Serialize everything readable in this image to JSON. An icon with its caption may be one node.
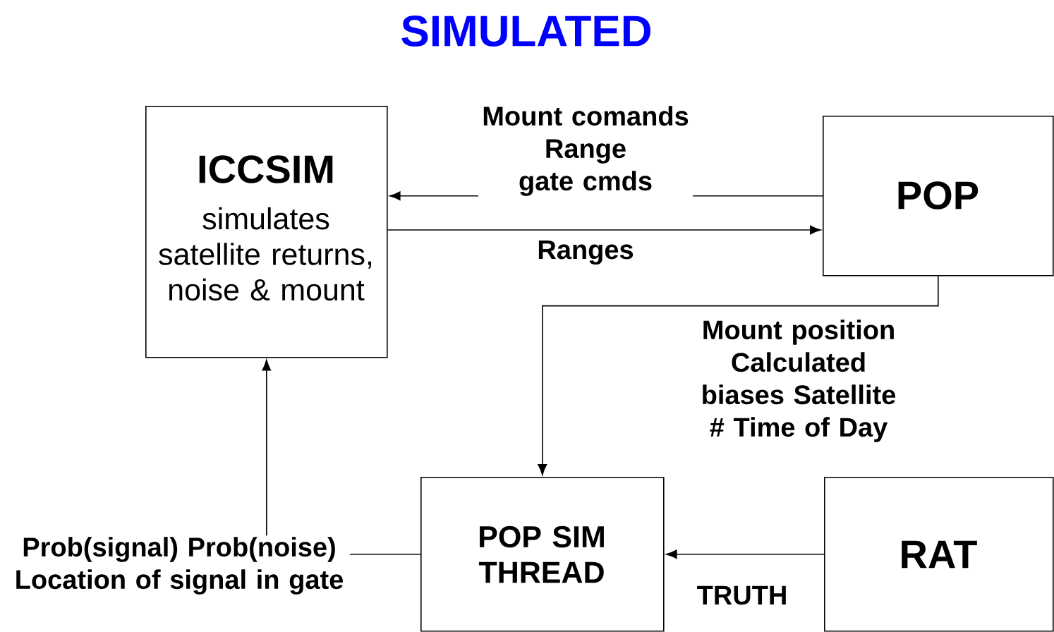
{
  "diagram": {
    "title": "SIMULATED",
    "nodes": [
      {
        "text": [
          "ICCSIM",
          "simulates satellite returns, noise & mount"
        ]
      },
      {
        "text": [
          "POP"
        ]
      },
      {
        "text": [
          "POP SIM THREAD"
        ]
      },
      {
        "text": [
          "RAT"
        ]
      }
    ],
    "edges": [
      {
        "from": 1,
        "to": 0,
        "arrow": "to",
        "label": "Mount comands Range gate cmds"
      },
      {
        "from": 0,
        "to": 1,
        "arrow": "to",
        "label": "Ranges"
      },
      {
        "from": 1,
        "to": 2,
        "arrow": "to",
        "label": "Mount position Calculated biases Satellite # Time of Day"
      },
      {
        "from": 2,
        "to": 0,
        "arrow": "to",
        "label": "Prob(signal) Prob(noise) Location of signal in gate"
      },
      {
        "from": 3,
        "to": 2,
        "arrow": "to",
        "label": "TRUTH"
      }
    ]
  }
}
